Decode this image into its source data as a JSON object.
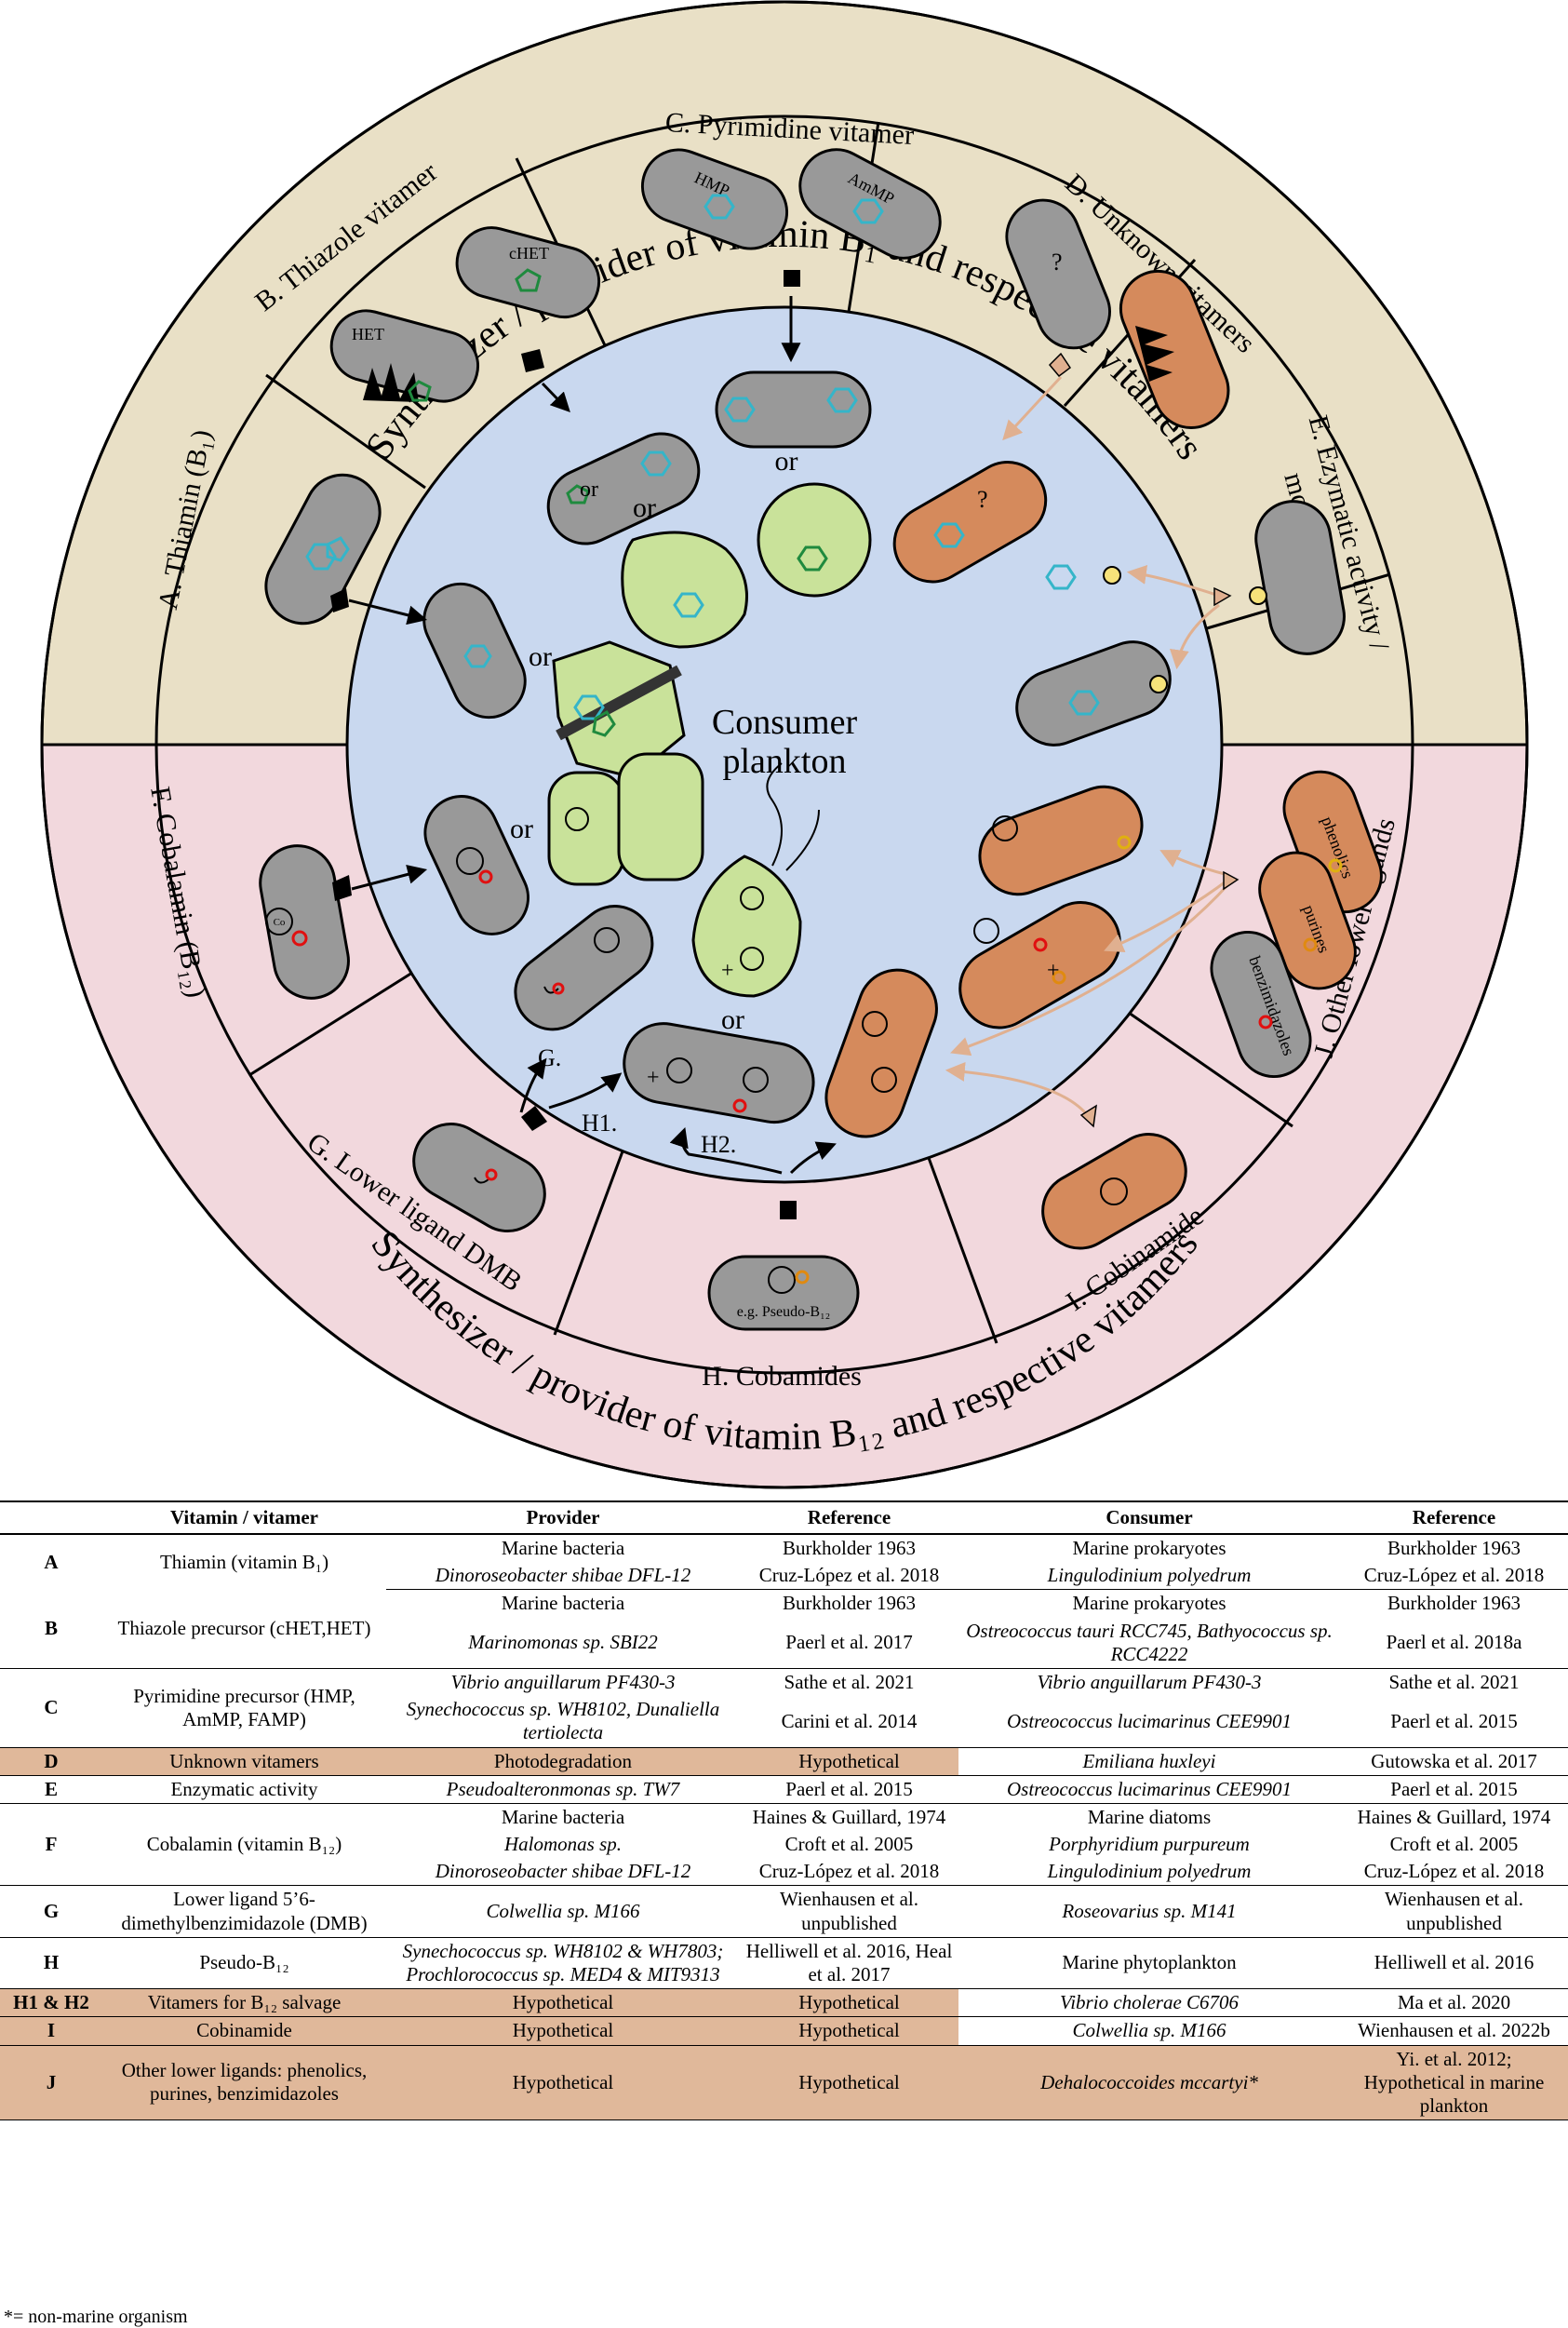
{
  "diagram": {
    "top_ring": "Synthesizer / provider of vitamin B₁ and respective vitamers",
    "bottom_ring": "Synthesizer / provider of vitamin B₁₂ and respective vitamers",
    "center": [
      "Consumer",
      "plankton"
    ],
    "sectors": {
      "A": "A. Thiamin (B₁)",
      "B": "B. Thiazole vitamer",
      "C": "C. Pyrimidine vitamer",
      "D": "D. Unknown vitamers",
      "E1": "E. Ezymatic activity /",
      "E2": "modification",
      "F": "F. Cobalamin (B₁₂)",
      "G": "G. Lower ligand DMB",
      "H": "H. Cobamides",
      "I": "I. Cobinamide",
      "J": "J. Other lower ligands"
    },
    "cell_labels": {
      "het": "HET",
      "chet": "cHET",
      "hmp": "HMP",
      "ammp": "AmMP",
      "question": "?",
      "phenolics": "phenolics",
      "purines": "purines",
      "benzimidazoles": "benzimidazoles",
      "pseudo": "e.g. Pseudo-B₁₂",
      "co": "Co"
    },
    "words": {
      "or": "or",
      "plus": "+",
      "g": "G.",
      "h1": "H1.",
      "h2": "H2."
    }
  },
  "table": {
    "headers": [
      "Vitamin / vitamer",
      "Provider",
      "Reference",
      "Consumer",
      "Reference"
    ],
    "rows": [
      {
        "id": "A",
        "vitamin": "Thiamin (vitamin B₁)",
        "provider": "Marine bacteria",
        "ref1": "Burkholder 1963",
        "consumer": "Marine prokaryotes",
        "ref2": "Burkholder 1963"
      },
      {
        "id": "",
        "vitamin": "",
        "provider": "Dinoroseobacter shibae DFL-12",
        "ref1": "Cruz-López et al. 2018",
        "consumer": "Lingulodinium polyedrum",
        "ref2": "Cruz-López et al. 2018"
      },
      {
        "id": "B",
        "vitamin": "Thiazole precursor (cHET,HET)",
        "provider": "Marine bacteria",
        "ref1": "Burkholder 1963",
        "consumer": "Marine prokaryotes",
        "ref2": "Burkholder 1963"
      },
      {
        "id": "",
        "vitamin": "",
        "provider": "Marinomonas sp. SBI22",
        "ref1": "Paerl et al. 2017",
        "consumer": "Ostreococcus tauri RCC745, Bathyococcus sp. RCC4222",
        "ref2": "Paerl et al. 2018a"
      },
      {
        "id": "C",
        "vitamin": "Pyrimidine precursor (HMP, AmMP, FAMP)",
        "provider": "Vibrio anguillarum PF430-3",
        "ref1": "Sathe et al. 2021",
        "consumer": "Vibrio anguillarum PF430-3",
        "ref2": "Sathe et al. 2021"
      },
      {
        "id": "",
        "vitamin": "",
        "provider": "Synechococcus sp. WH8102, Dunaliella tertiolecta",
        "ref1": "Carini et al. 2014",
        "consumer": "Ostreococcus lucimarinus CEE9901",
        "ref2": "Paerl et al. 2015"
      },
      {
        "id": "D",
        "vitamin": "Unknown vitamers",
        "provider": "Photodegradation",
        "ref1": "Hypothetical",
        "consumer": "Emiliana huxleyi",
        "ref2": "Gutowska et al. 2017"
      },
      {
        "id": "E",
        "vitamin": "Enzymatic activity",
        "provider": "Pseudoalteronmonas sp. TW7",
        "ref1": "Paerl et al. 2015",
        "consumer": "Ostreococcus lucimarinus CEE9901",
        "ref2": "Paerl et al. 2015"
      },
      {
        "id": "F",
        "vitamin": "Cobalamin (vitamin B₁₂)",
        "provider": "Marine bacteria",
        "ref1": "Haines & Guillard, 1974",
        "consumer": "Marine diatoms",
        "ref2": "Haines & Guillard, 1974"
      },
      {
        "id": "",
        "vitamin": "",
        "provider": "Halomonas sp.",
        "ref1": "Croft et al. 2005",
        "consumer": "Porphyridium purpureum",
        "ref2": "Croft et al. 2005"
      },
      {
        "id": "",
        "vitamin": "",
        "provider": "Dinoroseobacter shibae DFL-12",
        "ref1": "Cruz-López et al. 2018",
        "consumer": "Lingulodinium polyedrum",
        "ref2": "Cruz-López et al. 2018"
      },
      {
        "id": "G",
        "vitamin": "Lower ligand 5’6-dimethylbenzimidazole (DMB)",
        "provider": "Colwellia sp. M166",
        "ref1": "Wienhausen et al. unpublished",
        "consumer": "Roseovarius sp. M141",
        "ref2": "Wienhausen et al. unpublished"
      },
      {
        "id": "H",
        "vitamin": "Pseudo-B₁₂",
        "provider": "Synechococcus sp. WH8102 & WH7803; Prochlorococcus sp. MED4 & MIT9313",
        "ref1": "Helliwell et al. 2016, Heal et al. 2017",
        "consumer": "Marine phytoplankton",
        "ref2": "Helliwell et al. 2016"
      },
      {
        "id": "H1 & H2",
        "vitamin": "Vitamers for B₁₂ salvage",
        "provider": "Hypothetical",
        "ref1": "Hypothetical",
        "consumer": "Vibrio cholerae C6706",
        "ref2": "Ma et al. 2020"
      },
      {
        "id": "I",
        "vitamin": "Cobinamide",
        "provider": "Hypothetical",
        "ref1": "Hypothetical",
        "consumer": "Colwellia sp. M166",
        "ref2": "Wienhausen et al. 2022b"
      },
      {
        "id": "J",
        "vitamin": "Other lower ligands: phenolics, purines, benzimidazoles",
        "provider": "Hypothetical",
        "ref1": "Hypothetical",
        "consumer": "Dehalococcoides mccartyi*",
        "ref2": "Yi. et al. 2012; Hypothetical in marine plankton"
      }
    ],
    "footnote": "*= non-marine organism"
  },
  "colors": {
    "b1_ring": "#e9e0c6",
    "b12_ring": "#f2d8dd",
    "center": "#c9d8ef",
    "cell_gray": "#999999",
    "cell_orange": "#d58a5c",
    "algae_green": "#c9e29a",
    "arrow_tan": "#e0b090",
    "thiazole_green": "#1f8a3e",
    "pyrimidine_cyan": "#35b5c9",
    "row_highlight": "#e0b89a"
  }
}
